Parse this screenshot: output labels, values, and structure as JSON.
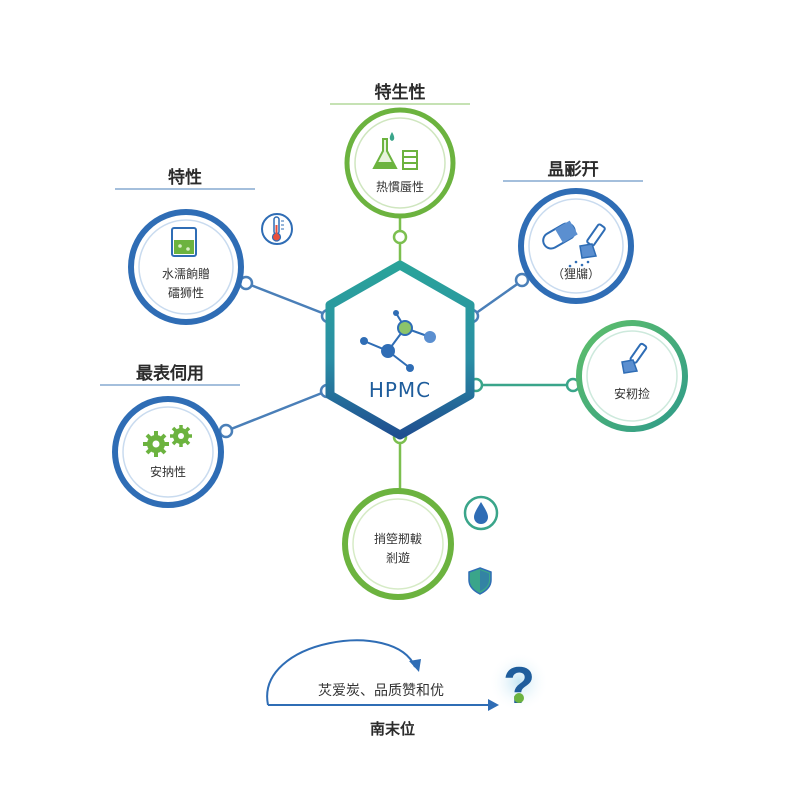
{
  "center": {
    "label": "HPMC"
  },
  "nodes": {
    "top": {
      "header": "特生性",
      "lines": [
        "热慣蜃性"
      ]
    },
    "upper_left": {
      "header": "特性",
      "lines": [
        "水濡餉贈",
        "礌狮性"
      ]
    },
    "upper_right": {
      "header": "昷彨幵",
      "lines": [
        "（狸牖）"
      ]
    },
    "lower_left": {
      "header": "最表伺用",
      "lines": [
        "安抐性"
      ]
    },
    "right": {
      "header": "",
      "lines": [
        "安籾捡"
      ]
    },
    "bottom": {
      "header": "",
      "lines": [
        "捎箜剏軷",
        "剎遊"
      ]
    }
  },
  "footer": {
    "line1": "炗爱炭、品质赞和优",
    "line2": "南末位"
  },
  "colors": {
    "blue": "#2f6db5",
    "green": "#6cb33f",
    "teal": "#3aa58a",
    "line_blue": "#4a7fb8",
    "line_green": "#7cbf4f"
  }
}
